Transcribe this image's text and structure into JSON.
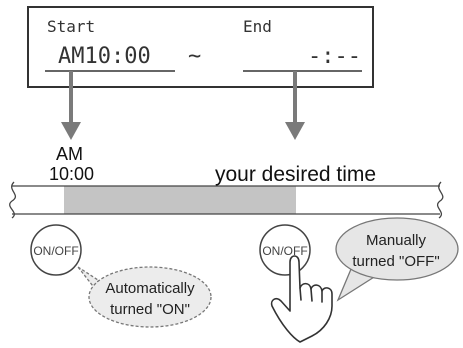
{
  "display": {
    "start_label": "Start",
    "end_label": "End",
    "start_time": "AM10:00",
    "separator": "~",
    "end_time": "-:--"
  },
  "timeline": {
    "start_time_line1": "AM",
    "start_time_line2": "10:00",
    "end_text": "your desired time"
  },
  "buttons": {
    "left_label": "ON/OFF",
    "right_label": "ON/OFF"
  },
  "bubbles": {
    "auto_line1": "Automatically",
    "auto_line2": "turned \"ON\"",
    "manual_line1": "Manually",
    "manual_line2": "turned \"OFF\""
  },
  "colors": {
    "lcd_border": "#333333",
    "band_fill": "#c4c4c4",
    "arrow": "#7a7a7a",
    "bubble_fill": "#e6e6e6"
  }
}
